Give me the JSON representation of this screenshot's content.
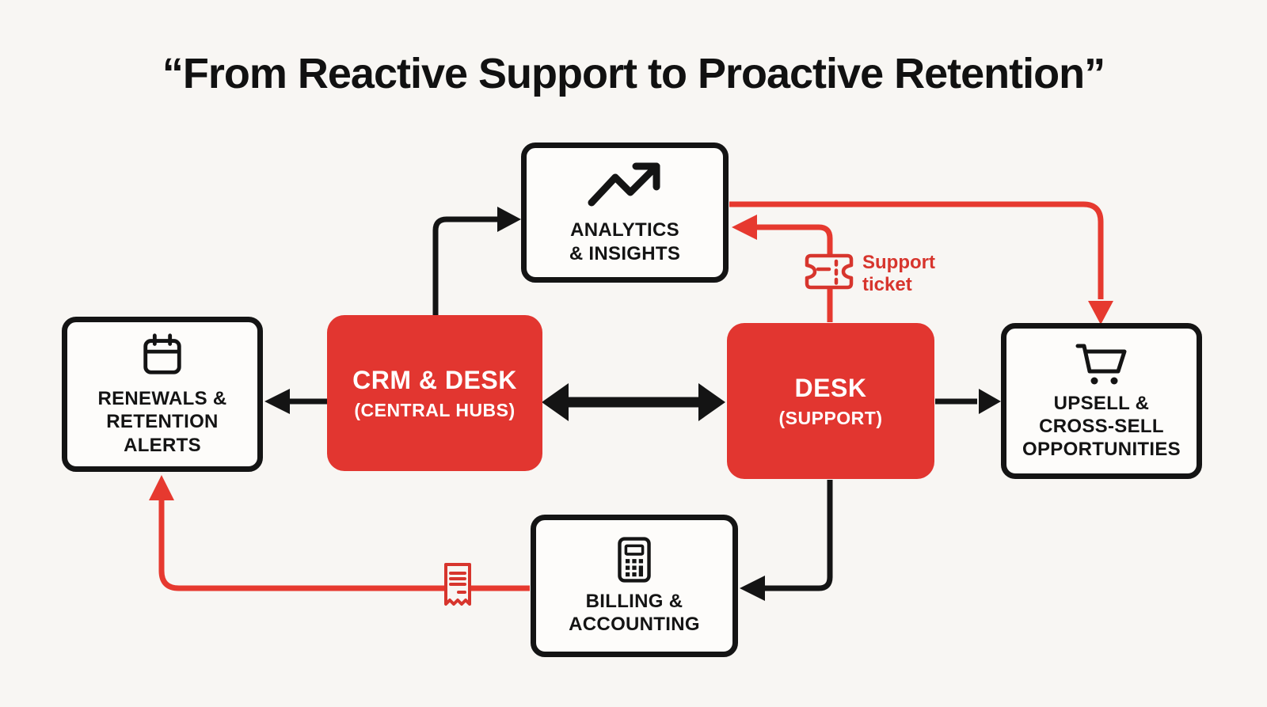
{
  "title": "“From Reactive Support to Proactive Retention”",
  "palette": {
    "background": "#f8f6f3",
    "box_fill": "#fdfcfa",
    "ink_black": "#141414",
    "red_box": "#e23630",
    "red_accent": "#e6392f"
  },
  "boxes": {
    "analytics": {
      "icon": "trend-up-icon",
      "line1": "ANALYTICS",
      "line2": "& INSIGHTS"
    },
    "renewals": {
      "icon": "calendar-icon",
      "line1": "RENEWALS &",
      "line2": "RETENTION",
      "line3": "ALERTS"
    },
    "crm": {
      "title": "CRM & DESK",
      "subtitle": "(CENTRAL HUBS)"
    },
    "desk": {
      "title": "DESK",
      "subtitle": "(SUPPORT)"
    },
    "upsell": {
      "icon": "cart-icon",
      "line1": "UPSELL &",
      "line2": "CROSS-SELL",
      "line3": "OPPORTUNITIES"
    },
    "billing": {
      "icon": "calculator-icon",
      "line1": "BILLING &",
      "line2": "ACCOUNTING"
    }
  },
  "annotations": {
    "support_ticket": {
      "icon": "ticket-icon",
      "line1": "Support",
      "line2": "ticket"
    },
    "invoice": {
      "icon": "receipt-icon"
    }
  }
}
